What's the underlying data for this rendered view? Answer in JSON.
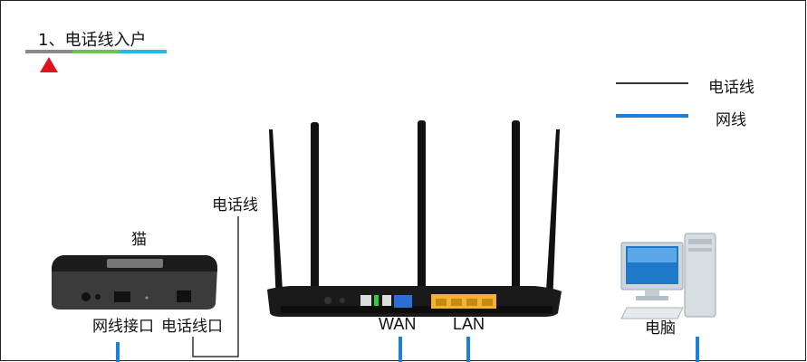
{
  "frame": {
    "border_color": "#000000"
  },
  "step": {
    "title": "1、电话线入户",
    "segment_colors": [
      "#8a8a8a",
      "#6cc24a",
      "#29b6e8"
    ],
    "marker_color": "#e0141e"
  },
  "legend": {
    "items": [
      {
        "label": "电话线",
        "line_color": "#333333"
      },
      {
        "label": "网线",
        "line_color": "#1f7fd6"
      }
    ]
  },
  "modem": {
    "title": "猫",
    "ports": [
      "网线接口",
      "电话线口"
    ]
  },
  "phone_line_label": "电话线",
  "router": {
    "ports": [
      "WAN",
      "LAN"
    ],
    "wan_color": "#2a6fd6",
    "lan_color": "#f2b233"
  },
  "computer": {
    "label": "电脑"
  },
  "colors": {
    "network_cable": "#1f7fd6",
    "phone_cable": "#333333"
  }
}
